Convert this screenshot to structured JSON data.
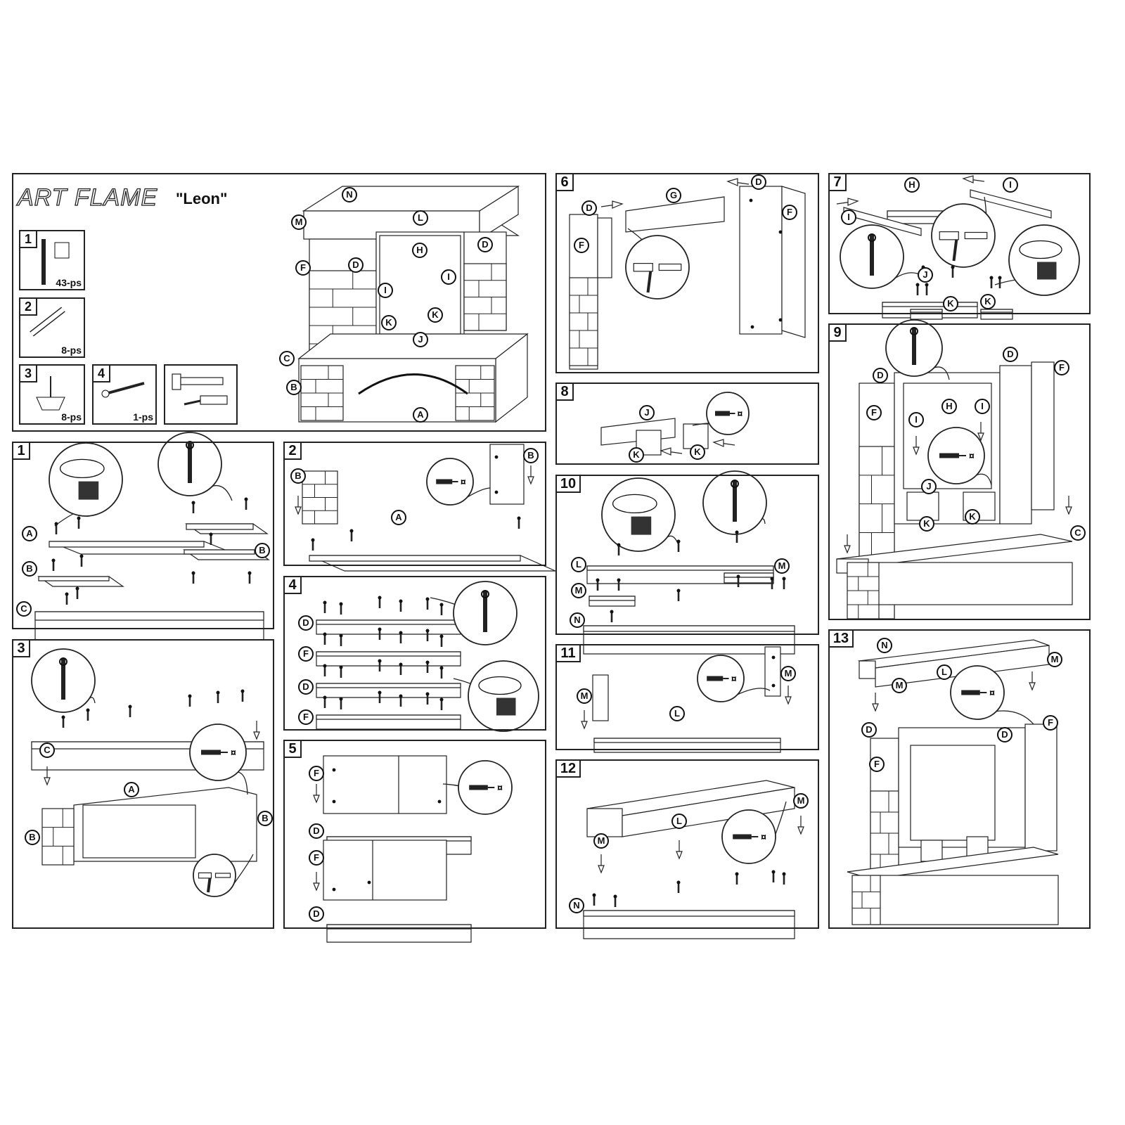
{
  "header": {
    "brand": "ART FLAME",
    "model": "\"Leon\"",
    "hardware": [
      {
        "num": "1",
        "qty": "43-ps",
        "icon": "cam-bolt-and-lock"
      },
      {
        "num": "2",
        "qty": "8-ps",
        "icon": "wooden-dowel"
      },
      {
        "num": "3",
        "qty": "8-ps",
        "icon": "plastic-foot"
      },
      {
        "num": "4",
        "qty": "1-ps",
        "icon": "screw"
      },
      {
        "icon": "hammer-and-screwdriver"
      }
    ],
    "labels": [
      "N",
      "L",
      "M",
      "H",
      "D",
      "F",
      "D",
      "I",
      "I",
      "K",
      "K",
      "J",
      "C",
      "B",
      "A"
    ]
  },
  "steps": [
    {
      "num": "1",
      "labels": [
        "A",
        "B",
        "B",
        "C"
      ]
    },
    {
      "num": "2",
      "labels": [
        "B",
        "A",
        "B"
      ]
    },
    {
      "num": "3",
      "labels": [
        "C",
        "A",
        "B",
        "B"
      ]
    },
    {
      "num": "4",
      "labels": [
        "D",
        "F",
        "D",
        "F"
      ]
    },
    {
      "num": "5",
      "labels": [
        "F",
        "D",
        "F",
        "D"
      ]
    },
    {
      "num": "6",
      "labels": [
        "D",
        "G",
        "D",
        "F",
        "F"
      ]
    },
    {
      "num": "7",
      "labels": [
        "H",
        "I",
        "I",
        "J",
        "K",
        "K"
      ]
    },
    {
      "num": "8",
      "labels": [
        "J",
        "K",
        "K"
      ]
    },
    {
      "num": "9",
      "labels": [
        "D",
        "D",
        "F",
        "F",
        "H",
        "I",
        "I",
        "J",
        "K",
        "K",
        "C"
      ]
    },
    {
      "num": "10",
      "labels": [
        "L",
        "M",
        "M",
        "N"
      ]
    },
    {
      "num": "11",
      "labels": [
        "M",
        "L",
        "M"
      ]
    },
    {
      "num": "12",
      "labels": [
        "M",
        "L",
        "M",
        "N"
      ]
    },
    {
      "num": "13",
      "labels": [
        "N",
        "M",
        "M",
        "L",
        "D",
        "D",
        "F",
        "F"
      ]
    }
  ]
}
